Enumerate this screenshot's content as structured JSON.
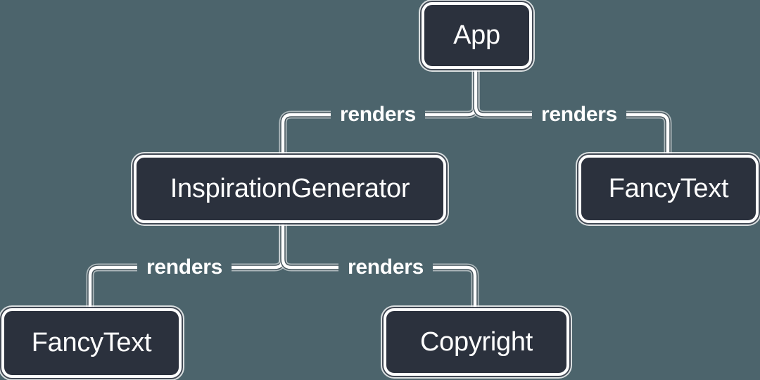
{
  "colors": {
    "background": "#4C646C",
    "node_fill": "#2B313D",
    "node_border": "#FFFFFF",
    "line": "#FFFFFF",
    "text": "#FFFFFF"
  },
  "diagram_type": "component-render-tree",
  "nodes": [
    {
      "id": "app",
      "label": "App"
    },
    {
      "id": "inspiration-generator",
      "label": "InspirationGenerator"
    },
    {
      "id": "fancy-text-top",
      "label": "FancyText"
    },
    {
      "id": "fancy-text-bottom",
      "label": "FancyText"
    },
    {
      "id": "copyright",
      "label": "Copyright"
    }
  ],
  "edges": [
    {
      "from": "App",
      "to": "InspirationGenerator",
      "label": "renders"
    },
    {
      "from": "App",
      "to": "FancyText",
      "label": "renders"
    },
    {
      "from": "InspirationGenerator",
      "to": "FancyText",
      "label": "renders"
    },
    {
      "from": "InspirationGenerator",
      "to": "Copyright",
      "label": "renders"
    }
  ]
}
